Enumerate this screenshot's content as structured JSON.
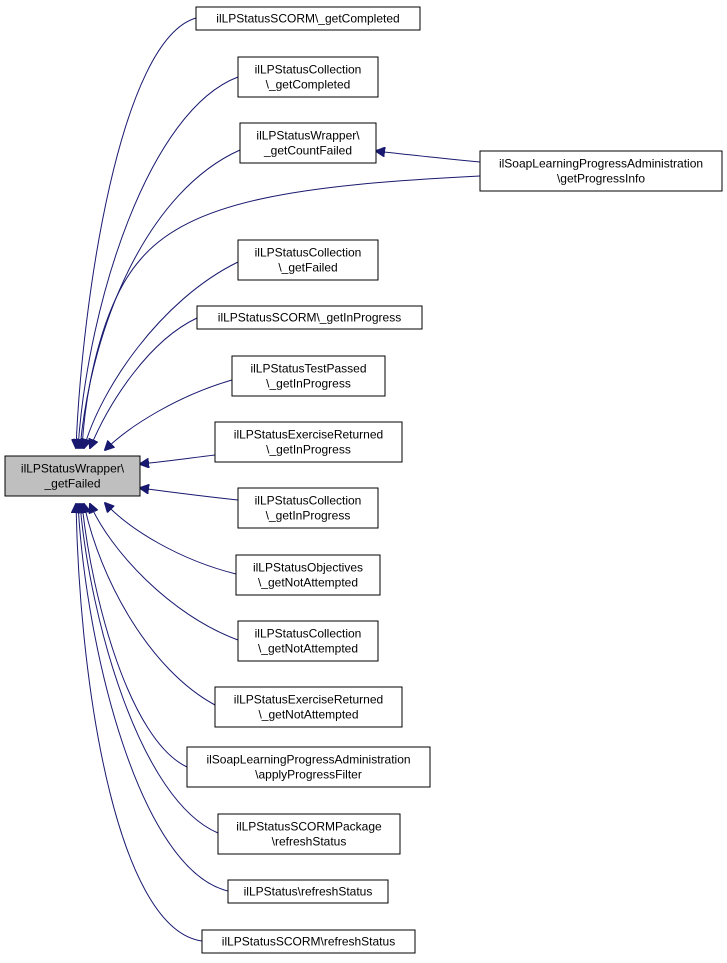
{
  "focus_node": {
    "lines": [
      "ilLPStatusWrapper\\",
      "_getFailed"
    ],
    "fill": "#bfbfbf"
  },
  "edge_color": "#191970",
  "callers": [
    {
      "id": "scorm-getcompleted",
      "lines": [
        "ilLPStatusSCORM\\_getCompleted"
      ]
    },
    {
      "id": "collection-getcompleted",
      "lines": [
        "ilLPStatusCollection",
        "\\_getCompleted"
      ]
    },
    {
      "id": "wrapper-getcountfailed",
      "lines": [
        "ilLPStatusWrapper\\",
        "_getCountFailed"
      ]
    },
    {
      "id": "soap-getprogressinfo",
      "lines": [
        "ilSoapLearningProgressAdministration",
        "\\getProgressInfo"
      ]
    },
    {
      "id": "collection-getfailed",
      "lines": [
        "ilLPStatusCollection",
        "\\_getFailed"
      ]
    },
    {
      "id": "scorm-getinprogress",
      "lines": [
        "ilLPStatusSCORM\\_getInProgress"
      ]
    },
    {
      "id": "testpassed-getinprogress",
      "lines": [
        "ilLPStatusTestPassed",
        "\\_getInProgress"
      ]
    },
    {
      "id": "exercisereturned-getinprogress",
      "lines": [
        "ilLPStatusExerciseReturned",
        "\\_getInProgress"
      ]
    },
    {
      "id": "collection-getinprogress",
      "lines": [
        "ilLPStatusCollection",
        "\\_getInProgress"
      ]
    },
    {
      "id": "objectives-getnotattempted",
      "lines": [
        "ilLPStatusObjectives",
        "\\_getNotAttempted"
      ]
    },
    {
      "id": "collection-getnotattempted",
      "lines": [
        "ilLPStatusCollection",
        "\\_getNotAttempted"
      ]
    },
    {
      "id": "exercisereturned-getnotattempted",
      "lines": [
        "ilLPStatusExerciseReturned",
        "\\_getNotAttempted"
      ]
    },
    {
      "id": "soap-applyprogressfilter",
      "lines": [
        "ilSoapLearningProgressAdministration",
        "\\applyProgressFilter"
      ]
    },
    {
      "id": "scormpackage-refreshstatus",
      "lines": [
        "ilLPStatusSCORMPackage",
        "\\refreshStatus"
      ]
    },
    {
      "id": "lpstatus-refreshstatus",
      "lines": [
        "ilLPStatus\\refreshStatus"
      ]
    },
    {
      "id": "scorm-refreshstatus",
      "lines": [
        "ilLPStatusSCORM\\refreshStatus"
      ]
    }
  ]
}
